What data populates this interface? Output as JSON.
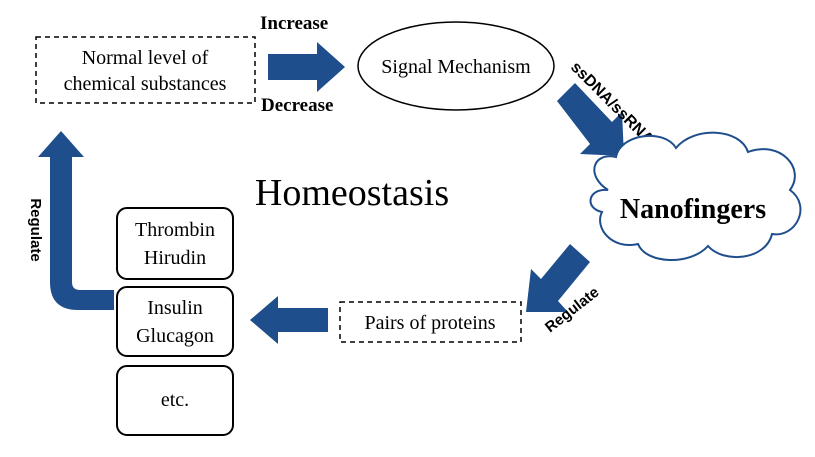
{
  "title": "Homeostasis",
  "nodes": {
    "normal_level": {
      "line1": "Normal level of",
      "line2": "chemical substances"
    },
    "signal_mechanism": "Signal Mechanism",
    "nanofingers": "Nanofingers",
    "pairs_of_proteins": "Pairs of proteins",
    "box_thrombin": {
      "line1": "Thrombin",
      "line2": "Hirudin"
    },
    "box_insulin": {
      "line1": "Insulin",
      "line2": "Glucagon"
    },
    "box_etc": "etc."
  },
  "edge_labels": {
    "increase": "Increase",
    "decrease": "Decrease",
    "ssdna": "ssDNA/ssRNA",
    "regulate_right": "Regulate",
    "regulate_left": "Regulate"
  },
  "colors": {
    "arrow": "#1f4e8c",
    "stroke": "#000000",
    "text": "#000000"
  }
}
